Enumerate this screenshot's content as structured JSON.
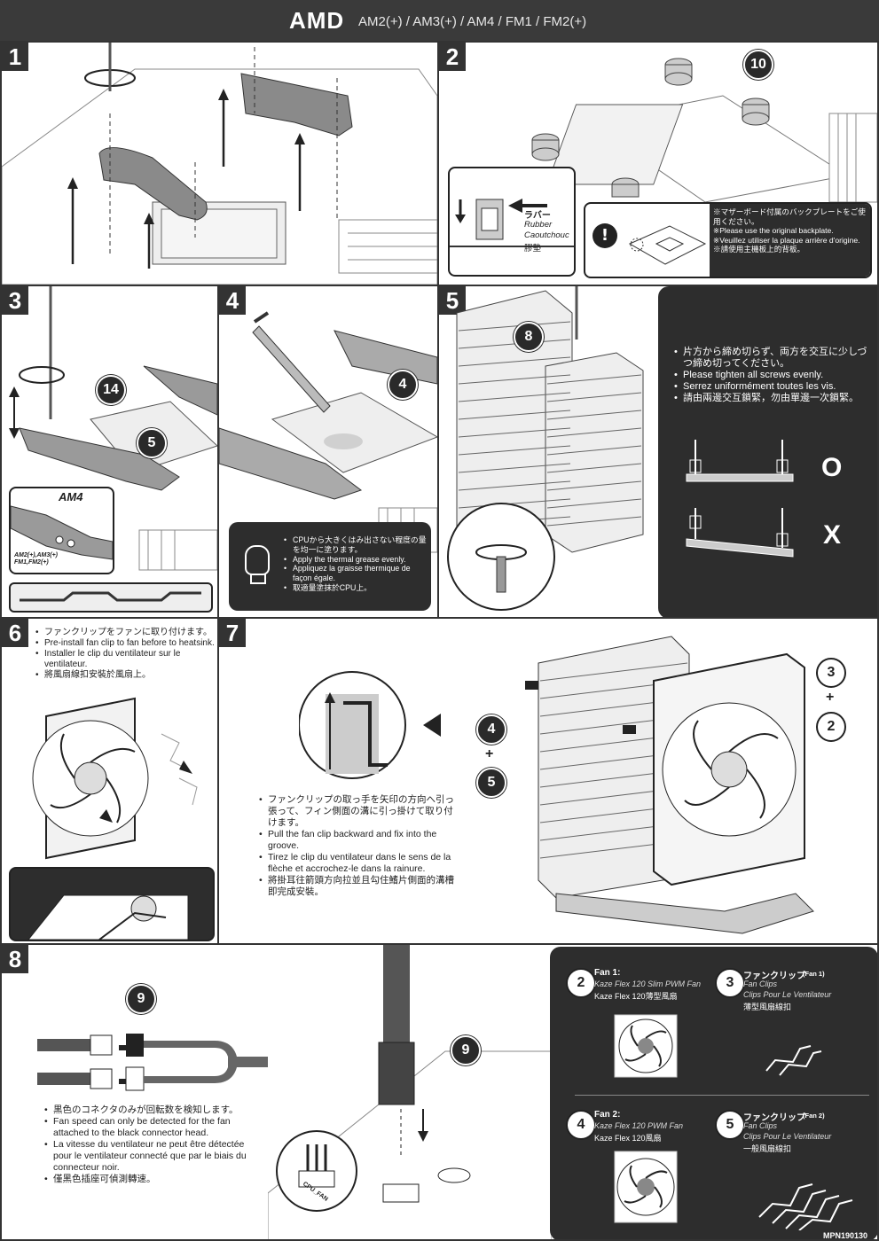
{
  "header": {
    "brand": "AMD",
    "sockets": "AM2(+) / AM3(+) / AM4 / FM1 / FM2(+)"
  },
  "steps": {
    "s1": {
      "num": "1"
    },
    "s2": {
      "num": "2",
      "part": "10",
      "rubber_jp": "ラバー",
      "rubber_en": "Rubber",
      "rubber_fr": "Caoutchouc",
      "rubber_zh": "膠墊",
      "warning": [
        "※マザーボード付属のバックプレートをご使用ください。",
        "※Please use the original backplate.",
        "※Veuillez utiliser la plaque arrière d'origine.",
        "※請使用主機板上的背板。"
      ]
    },
    "s3": {
      "num": "3",
      "part_a": "14",
      "part_b": "5",
      "am4": "AM4",
      "am_other": "AM2(+),AM3(+) FM1,FM2(+)"
    },
    "s4": {
      "num": "4",
      "part": "4",
      "tips": [
        "CPUから大きくはみ出さない程度の量を均一に塗ります。",
        "Apply the thermal grease evenly.",
        "Appliquez la graisse thermique de façon égale.",
        "取適量塗抹於CPU上。"
      ]
    },
    "s5": {
      "num": "5",
      "part": "8",
      "notes": [
        "片方から締め切らず、両方を交互に少しづつ締め切ってください。",
        "Please tighten all screws evenly.",
        "Serrez uniformément toutes les vis.",
        "請由兩邊交互鎖緊，勿由單邊一次鎖緊。"
      ],
      "ok": "O",
      "ng": "X"
    },
    "s6": {
      "num": "6",
      "notes": [
        "ファンクリップをファンに取り付けます。",
        "Pre-install fan clip to fan before to heatsink.",
        "Installer le clip du ventilateur sur le ventilateur.",
        "將風扇線扣安裝於風扇上。"
      ]
    },
    "s7": {
      "num": "7",
      "c3": "3",
      "c2": "2",
      "c4": "4",
      "c5": "5",
      "plus": "+",
      "notes": [
        "ファンクリップの取っ手を矢印の方向へ引っ張って、フィン側面の溝に引っ掛けて取り付けます。",
        "Pull the fan clip backward and fix into the groove.",
        "Tirez le clip du ventilateur dans le sens de la flèche et accrochez-le dans la rainure.",
        "將掛耳往箭頭方向拉並且勾住鰭片側面的溝槽即完成安裝。"
      ]
    },
    "s8": {
      "num": "8",
      "part": "9",
      "cpu_fan": "CPU_FAN",
      "notes": [
        "黒色のコネクタのみが回転数を検知します。",
        "Fan speed can only be detected for the fan attached to the black connector head.",
        "La vitesse du ventilateur ne peut être détectée pour le ventilateur connecté que par le biais du connecteur noir.",
        "僅黑色插座可偵測轉速。"
      ]
    }
  },
  "parts": [
    {
      "num": "2",
      "title": "Fan 1:",
      "sub": "",
      "lines": [
        "Kaze Flex 120 Slim PWM Fan",
        "Kaze Flex 120薄型風扇"
      ]
    },
    {
      "num": "3",
      "title": "ファンクリップ",
      "sub": "(Fan 1)",
      "lines": [
        "Fan Clips",
        "Clips Pour Le Ventilateur",
        "薄型風扇線扣"
      ]
    },
    {
      "num": "4",
      "title": "Fan 2:",
      "sub": "",
      "lines": [
        "Kaze Flex 120 PWM Fan",
        "Kaze Flex 120風扇"
      ]
    },
    {
      "num": "5",
      "title": "ファンクリップ",
      "sub": "(Fan 2)",
      "lines": [
        "Fan Clips",
        "Clips Pour Le Ventilateur",
        "一般風扇線扣"
      ]
    }
  ],
  "footer": {
    "code": "MPN190130"
  }
}
